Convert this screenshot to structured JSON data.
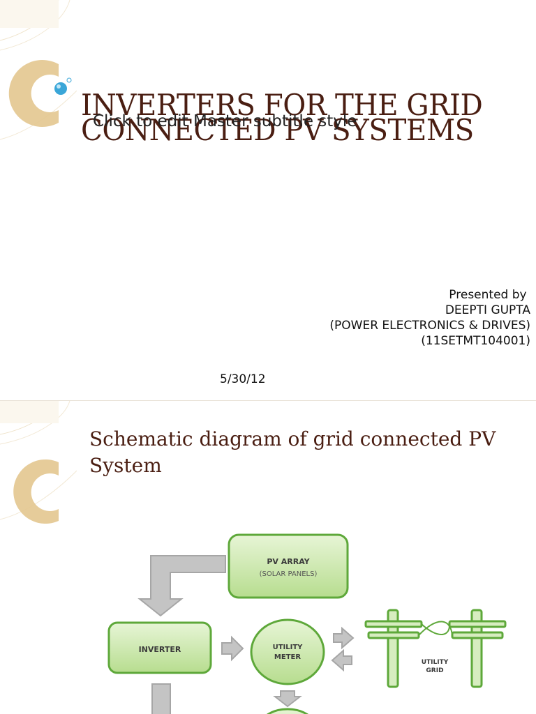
{
  "slides": [
    {
      "title_line1": "INVERTERS FOR THE GRID",
      "title_line2": "CONNECTED PV SYSTEMS",
      "subtitle_placeholder": "Click to edit Master subtitle style",
      "presenter": {
        "line1": "Presented by ",
        "line2": "DEEPTI GUPTA",
        "line3": "(POWER ELECTRONICS & DRIVES)",
        "line4": "(11SETMT104001)"
      },
      "date": "5/30/12"
    },
    {
      "title_line1": "Schematic diagram of grid connected PV",
      "title_line2": "System",
      "diagram": {
        "pv_array_line1": "PV ARRAY",
        "pv_array_line2": "(SOLAR PANELS)",
        "inverter": "INVERTER",
        "utility_meter_line1": "UTILITY",
        "utility_meter_line2": "METER",
        "utility_grid_line1": "UTILITY",
        "utility_grid_line2": "GRID"
      }
    }
  ],
  "colors": {
    "title": "#4a1e12",
    "box_fill": "#c9e6a9",
    "box_stroke": "#5ea83a",
    "arrow": "#bdbdbd",
    "deco_gold": "#e3c78f",
    "deco_blue": "#3aa6d8"
  }
}
